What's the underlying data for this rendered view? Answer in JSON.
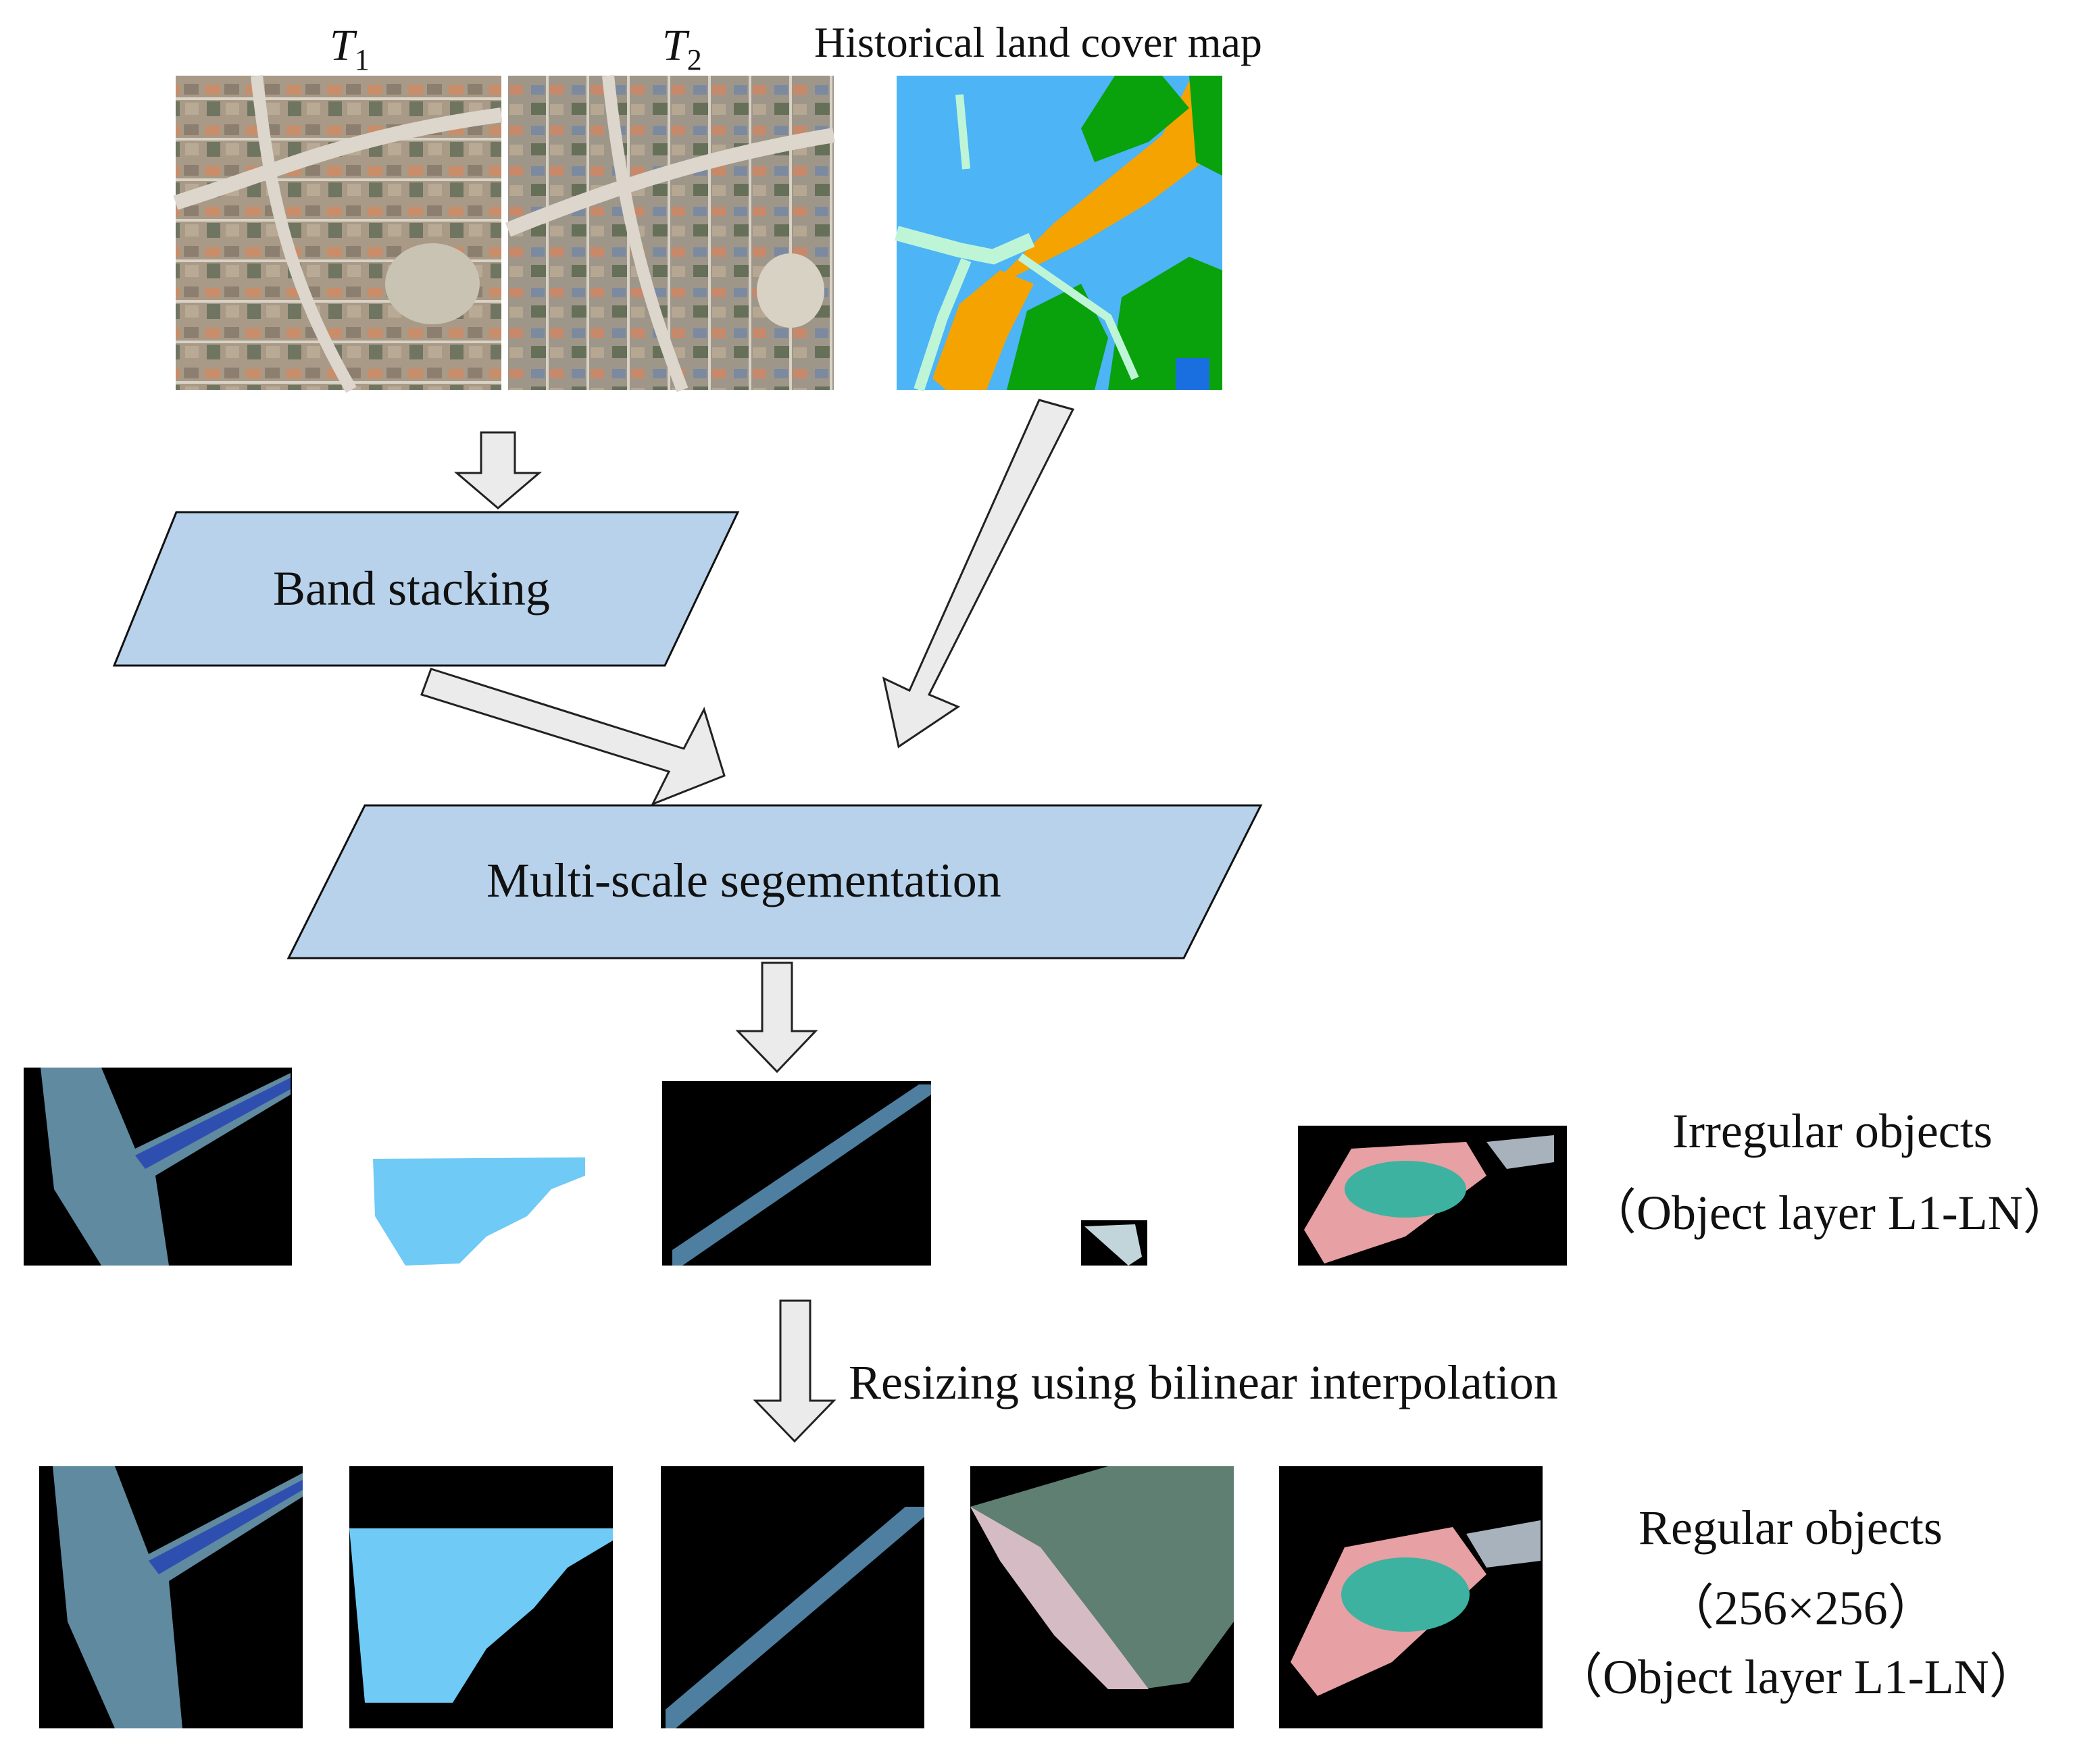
{
  "inputs": {
    "t1_label_base": "T",
    "t1_label_sub": "1",
    "t2_label_base": "T",
    "t2_label_sub": "2",
    "landcover_label": "Historical land cover map"
  },
  "steps": {
    "band_stacking": "Band stacking",
    "segmentation": "Multi-scale segementation",
    "resizing": "Resizing using bilinear interpolation"
  },
  "irregular": {
    "title": "Irregular objects",
    "subtitle": "（Object layer L1-LN）"
  },
  "regular": {
    "title": "Regular objects",
    "size": "（256×256）",
    "subtitle": "（Object layer L1-LN）"
  },
  "colors": {
    "process_box_fill": "#b8d2eb",
    "arrow_fill": "#ebebeb",
    "water": "#4db4f5",
    "built_up": "#f5a300",
    "vegetation": "#09a10c",
    "road": "#bff5d7",
    "object_background": "#000000"
  }
}
